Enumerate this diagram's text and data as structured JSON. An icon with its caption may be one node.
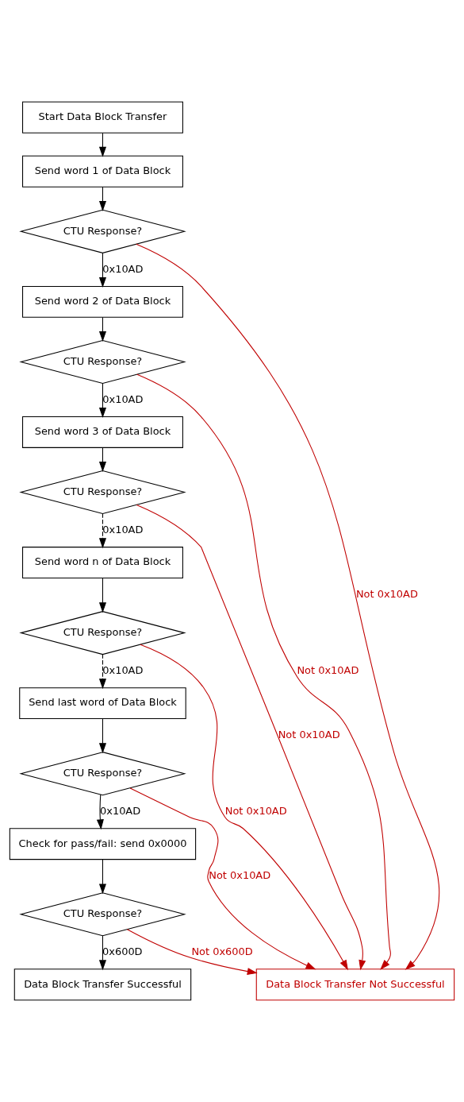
{
  "diagram": {
    "nodes": [
      {
        "text": [
          "Start Data Block Transfer"
        ]
      },
      {
        "text": [
          "Send word 1 of Data Block"
        ]
      },
      {
        "text": [
          "CTU Response?"
        ]
      },
      {
        "text": [
          "Send word 2 of Data Block"
        ]
      },
      {
        "text": [
          "CTU Response?"
        ]
      },
      {
        "text": [
          "Send word 3 of Data Block"
        ]
      },
      {
        "text": [
          "CTU Response?"
        ]
      },
      {
        "text": [
          "Send word n of Data Block"
        ]
      },
      {
        "text": [
          "CTU Response?"
        ]
      },
      {
        "text": [
          "Send last word of Data Block"
        ]
      },
      {
        "text": [
          "CTU Response?"
        ]
      },
      {
        "text": [
          "Check for pass/fail: send 0x0000"
        ]
      },
      {
        "text": [
          "CTU Response?"
        ]
      },
      {
        "text": [
          "Data Block Transfer Successful"
        ]
      },
      {
        "text": [
          "Data Block Transfer Not Successful"
        ]
      }
    ],
    "edges": [
      {
        "from": 0,
        "to": 1,
        "arrow": "to"
      },
      {
        "from": 1,
        "to": 2,
        "arrow": "to"
      },
      {
        "from": 2,
        "to": 3,
        "arrow": "to",
        "label": "0x10AD"
      },
      {
        "from": 3,
        "to": 4,
        "arrow": "to"
      },
      {
        "from": 4,
        "to": 5,
        "arrow": "to",
        "label": "0x10AD"
      },
      {
        "from": 5,
        "to": 6,
        "arrow": "to"
      },
      {
        "from": 6,
        "to": 7,
        "arrow": "to",
        "label": "0x10AD",
        "style": "dashed"
      },
      {
        "from": 7,
        "to": 8,
        "arrow": "to"
      },
      {
        "from": 8,
        "to": 9,
        "arrow": "to",
        "label": "0x10AD",
        "style": "dashed"
      },
      {
        "from": 9,
        "to": 10,
        "arrow": "to"
      },
      {
        "from": 10,
        "to": 11,
        "arrow": "to",
        "label": "0x10AD"
      },
      {
        "from": 11,
        "to": 12,
        "arrow": "to"
      },
      {
        "from": 12,
        "to": 13,
        "arrow": "to",
        "label": "0x600D"
      },
      {
        "from": 2,
        "to": 14,
        "arrow": "to",
        "label": "Not 0x10AD",
        "color": "#c00000"
      },
      {
        "from": 4,
        "to": 14,
        "arrow": "to",
        "label": "Not 0x10AD",
        "color": "#c00000"
      },
      {
        "from": 6,
        "to": 14,
        "arrow": "to",
        "label": "Not 0x10AD",
        "color": "#c00000"
      },
      {
        "from": 8,
        "to": 14,
        "arrow": "to",
        "label": "Not 0x10AD",
        "color": "#c00000"
      },
      {
        "from": 10,
        "to": 14,
        "arrow": "to",
        "label": "Not 0x10AD",
        "color": "#c00000"
      },
      {
        "from": 12,
        "to": 14,
        "arrow": "to",
        "label": "Not 0x600D",
        "color": "#c00000"
      }
    ]
  }
}
